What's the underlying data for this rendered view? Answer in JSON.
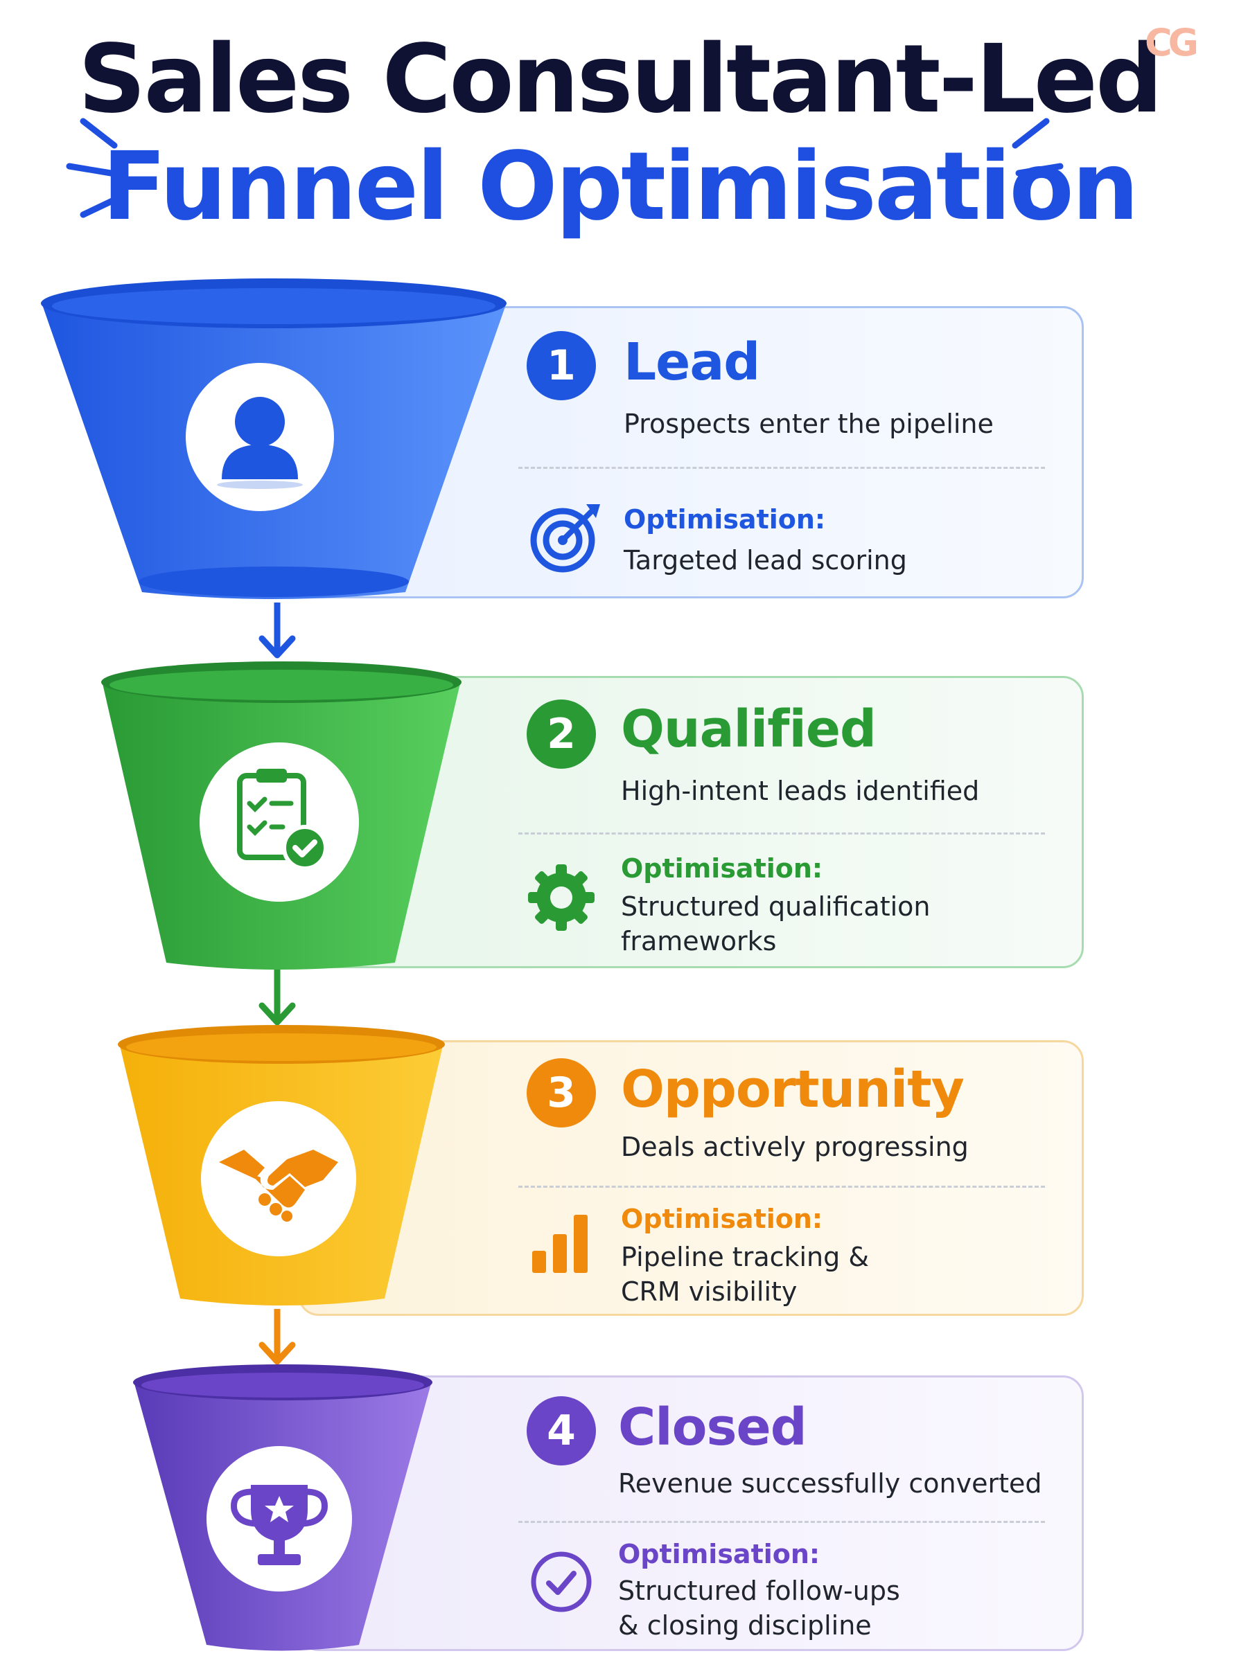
{
  "title": {
    "line1": "Sales Consultant-Led",
    "line2": "Funnel Optimisation"
  },
  "logo": {
    "text": "CG"
  },
  "stages": [
    {
      "number": "1",
      "name": "Lead",
      "description": "Prospects enter the pipeline",
      "optimisation_label": "Optimisation:",
      "optimisation_text": "Targeted lead scoring",
      "stage_icon": "user-icon",
      "optimisation_icon": "target-icon",
      "color": "#1f5ae6"
    },
    {
      "number": "2",
      "name": "Qualified",
      "description": "High-intent leads identified",
      "optimisation_label": "Optimisation:",
      "optimisation_text": "Structured qualification frameworks",
      "stage_icon": "clipboard-check-icon",
      "optimisation_icon": "gear-icon",
      "color": "#2fa63f"
    },
    {
      "number": "3",
      "name": "Opportunity",
      "description": "Deals actively progressing",
      "optimisation_label": "Optimisation:",
      "optimisation_text": "Pipeline tracking & CRM visibility",
      "stage_icon": "handshake-icon",
      "optimisation_icon": "bar-chart-icon",
      "color": "#f08a0c"
    },
    {
      "number": "4",
      "name": "Closed",
      "description": "Revenue successfully converted",
      "optimisation_label": "Optimisation:",
      "optimisation_text": "Structured follow-ups & closing discipline",
      "stage_icon": "trophy-icon",
      "optimisation_icon": "check-circle-icon",
      "color": "#6a45c8"
    }
  ]
}
